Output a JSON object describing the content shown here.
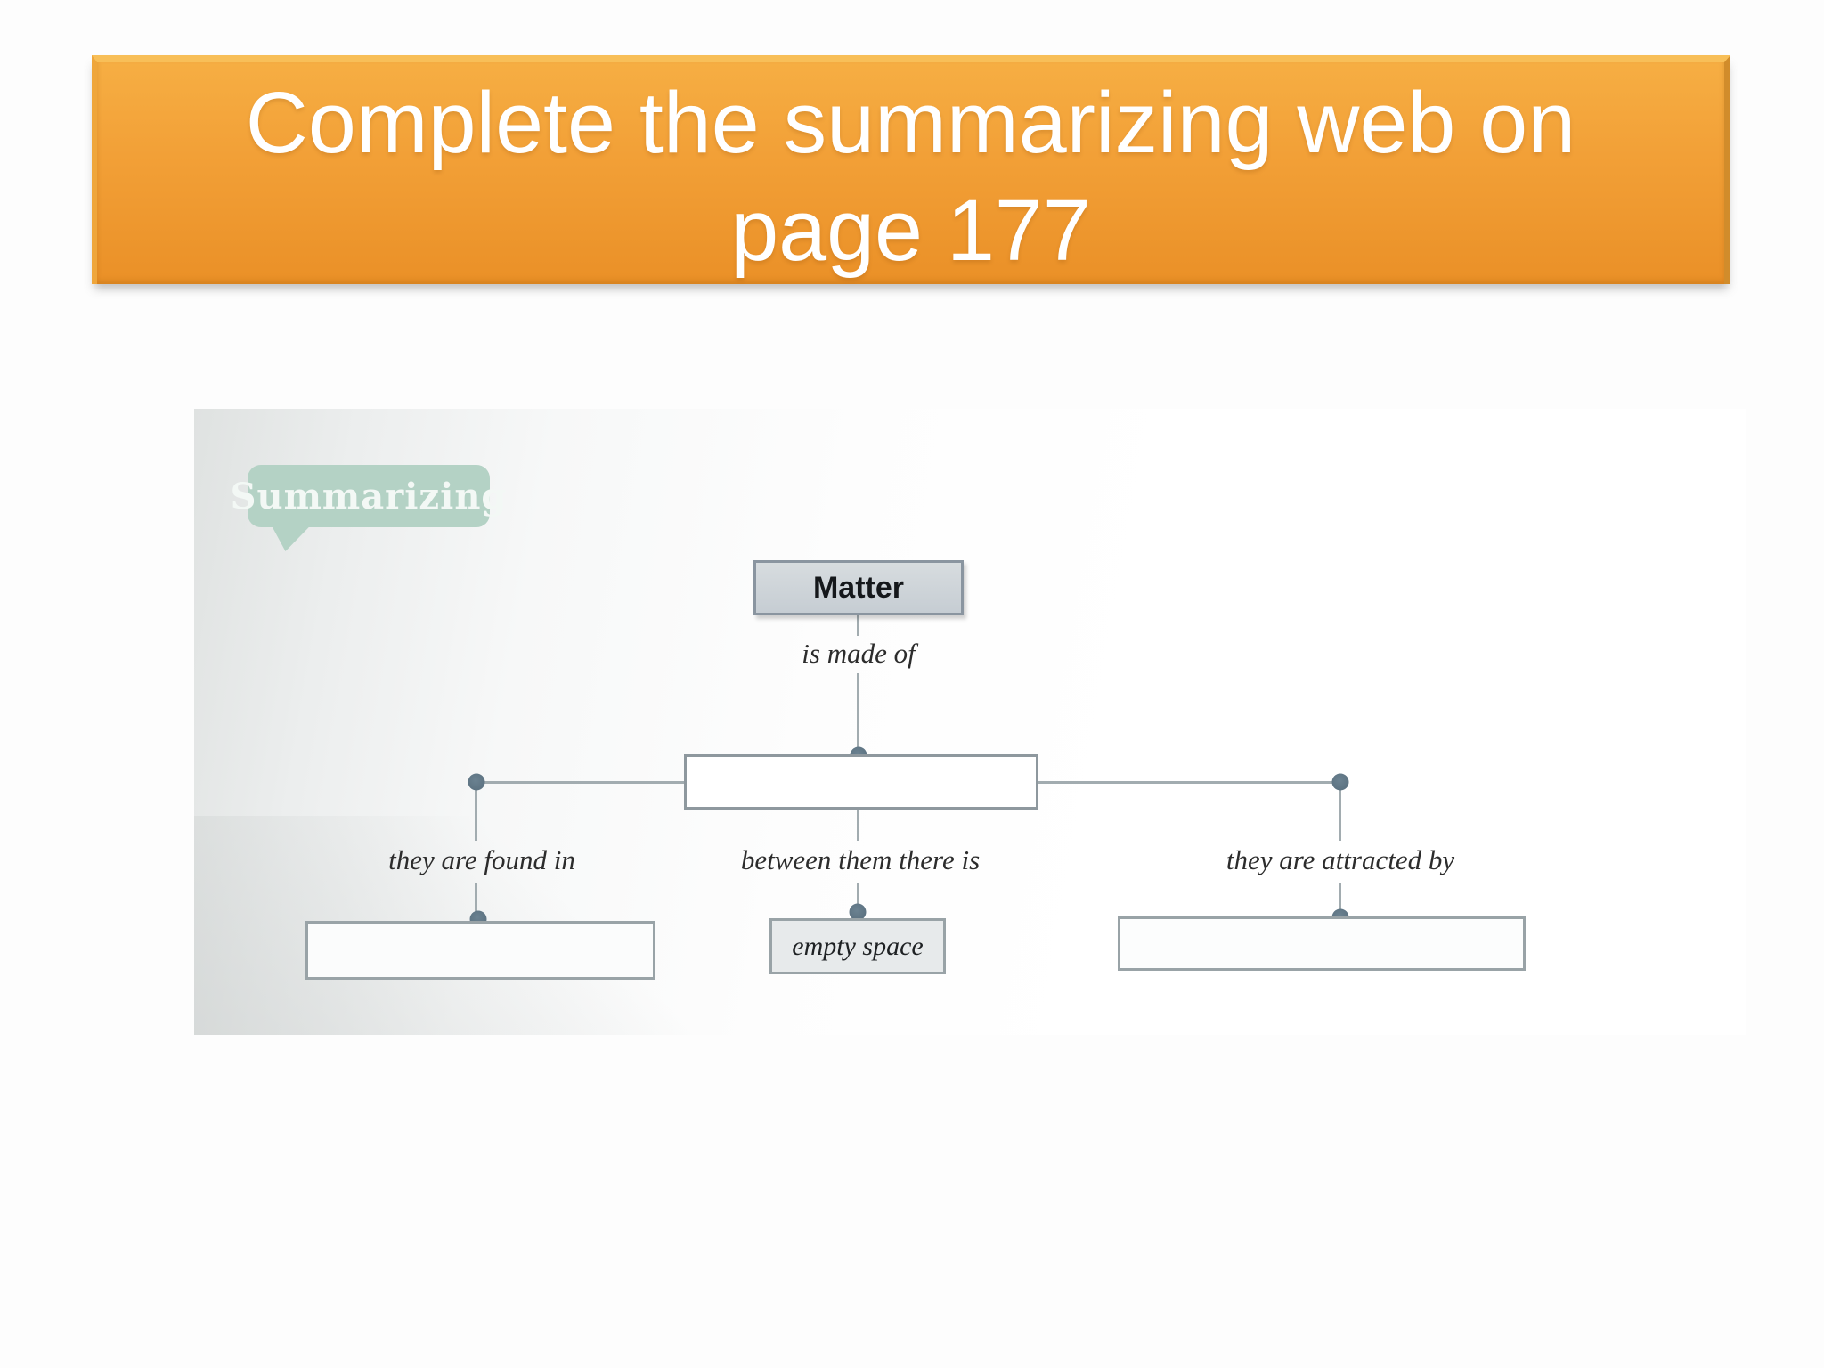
{
  "banner": {
    "line1": "Complete the summarizing web on",
    "line2": "page 177"
  },
  "diagram": {
    "type": "concept-web",
    "tag_label": "Summarizing",
    "nodes": {
      "root": {
        "label": "Matter",
        "filled": true
      },
      "center": {
        "label": "",
        "filled": false
      },
      "left": {
        "label": "",
        "filled": false
      },
      "middle": {
        "label": "empty space",
        "filled": true
      },
      "right": {
        "label": "",
        "filled": false
      }
    },
    "edges": [
      {
        "from": "root",
        "to": "center",
        "label": "is made of"
      },
      {
        "from": "center",
        "to": "left",
        "label": "they are found in"
      },
      {
        "from": "center",
        "to": "middle",
        "label": "between them there is"
      },
      {
        "from": "center",
        "to": "right",
        "label": "they are attracted by"
      }
    ],
    "colors": {
      "banner_orange": "#f2a037",
      "tag_bg": "#b4d2c5",
      "root_node_fill": "#cbd2d7",
      "answer_node_fill": "#e7eaeb",
      "connector_line": "#a2acb0",
      "connector_dot": "#5d7382",
      "node_border": "#8e989e"
    }
  }
}
